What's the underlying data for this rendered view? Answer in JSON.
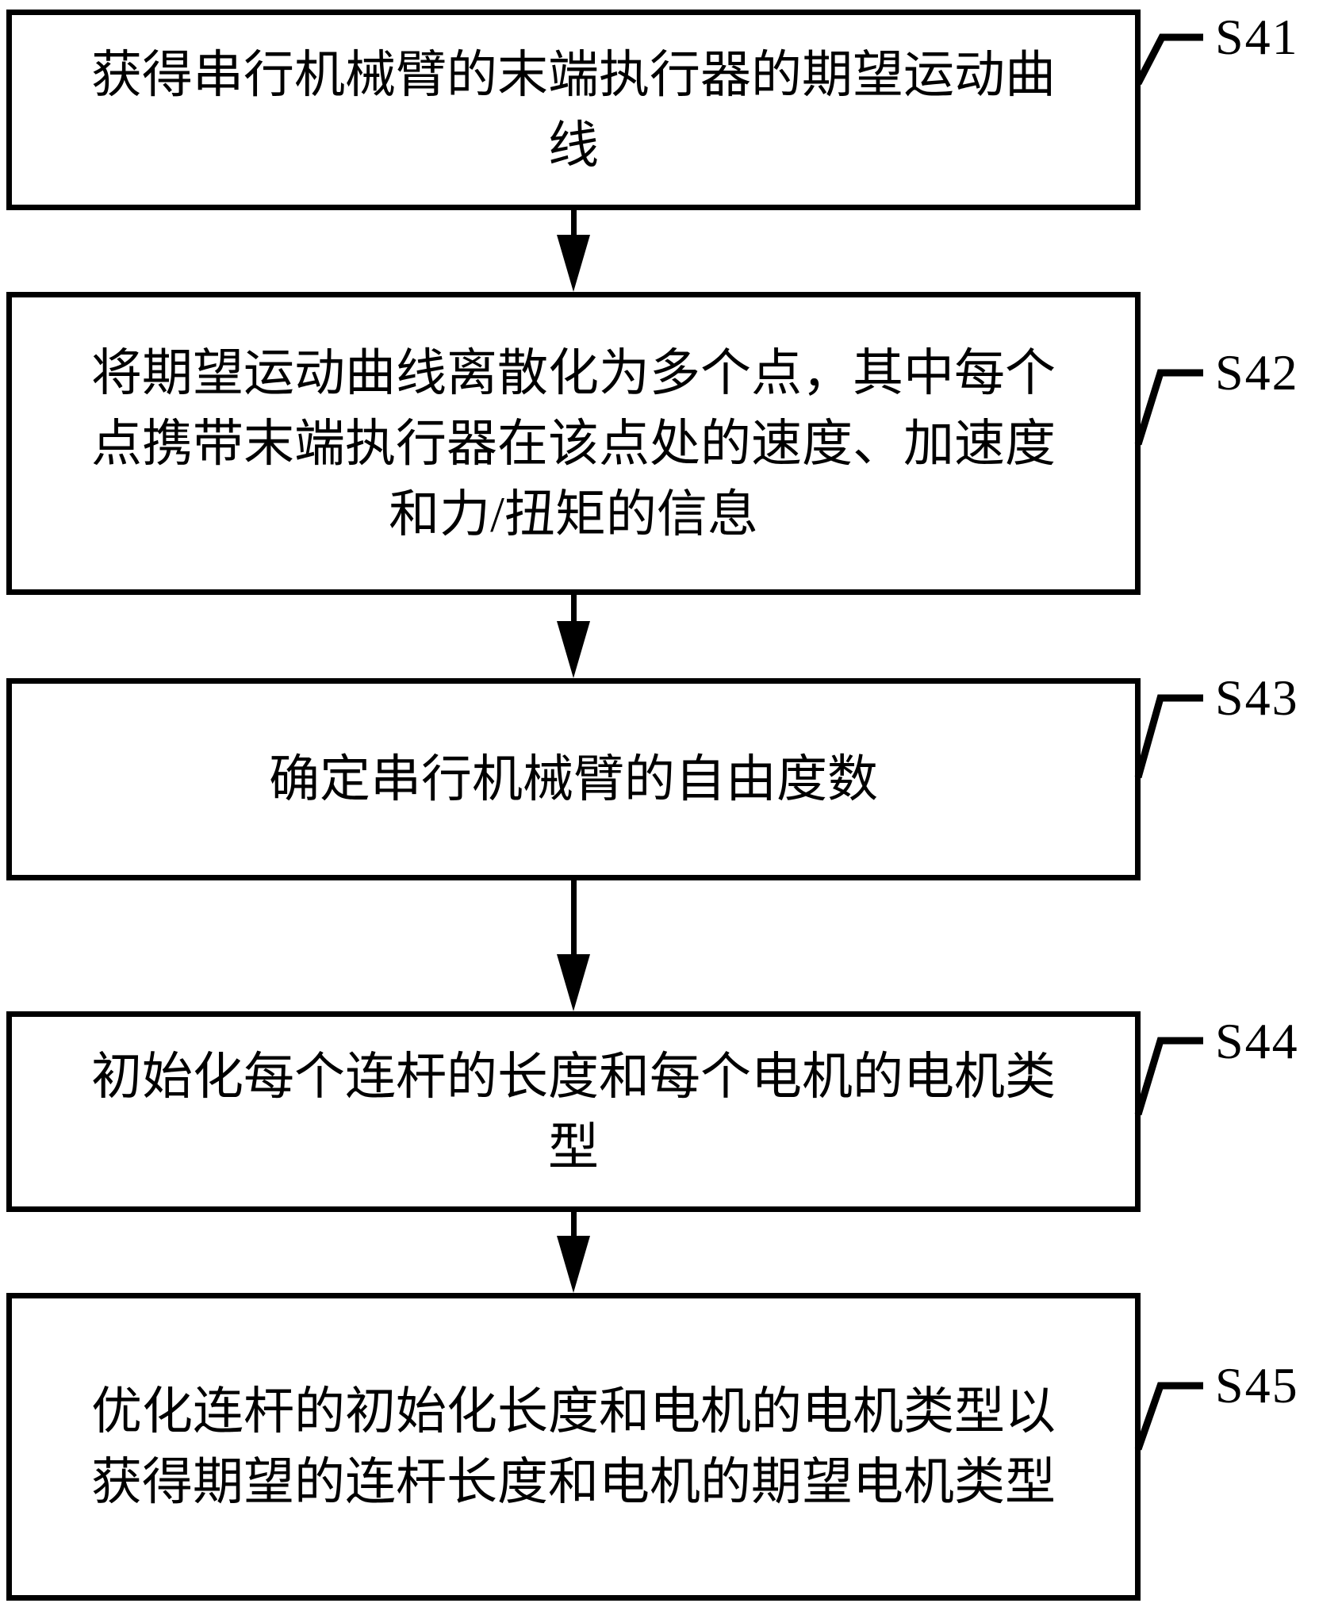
{
  "diagram": {
    "kind": "flowchart",
    "colors": {
      "line": "#000000",
      "background": "#ffffff"
    },
    "steps": [
      {
        "label": "S41",
        "lines": [
          "获得串行机械臂的末端执行器的期望运动曲",
          "线"
        ]
      },
      {
        "label": "S42",
        "lines": [
          "将期望运动曲线离散化为多个点，其中每个",
          "点携带末端执行器在该点处的速度、加速度",
          "和力/扭矩的信息"
        ]
      },
      {
        "label": "S43",
        "lines": [
          "确定串行机械臂的自由度数"
        ]
      },
      {
        "label": "S44",
        "lines": [
          "初始化每个连杆的长度和每个电机的电机类",
          "型"
        ]
      },
      {
        "label": "S45",
        "lines": [
          "优化连杆的初始化长度和电机的电机类型以",
          "获得期望的连杆长度和电机的期望电机类型"
        ]
      }
    ]
  }
}
